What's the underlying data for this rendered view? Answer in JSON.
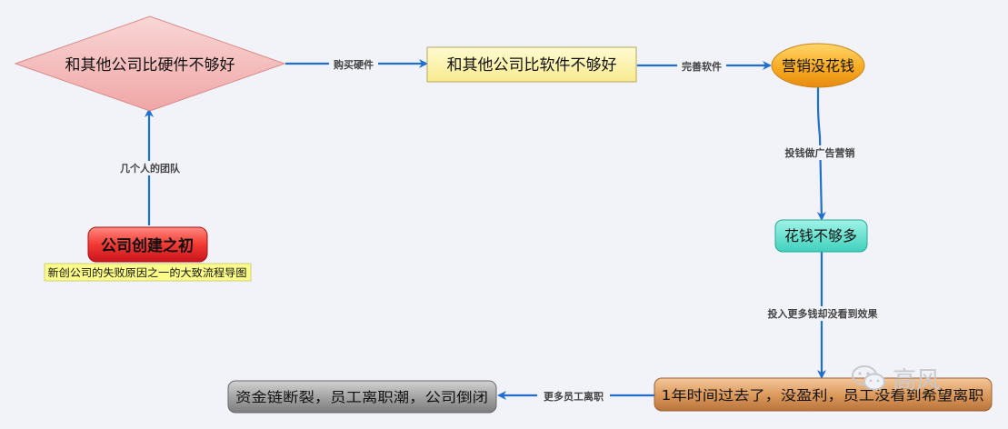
{
  "nodes": {
    "start": {
      "text": "公司创建之初",
      "caption": "新创公司的失败原因之一的大致流程导图"
    },
    "hardware": {
      "text": "和其他公司比硬件不够好"
    },
    "software": {
      "text": "和其他公司比软件不够好"
    },
    "marketing": {
      "text": "营销没花钱"
    },
    "not_enough": {
      "text": "花钱不够多"
    },
    "one_year": {
      "text": "1年时间过去了，没盈利，员工没看到希望离职"
    },
    "end": {
      "text": "资金链断裂，员工离职潮，公司倒闭"
    }
  },
  "edges": {
    "start_to_hardware": "几个人的团队",
    "hardware_to_software": "购买硬件",
    "software_to_marketing": "完善软件",
    "marketing_to_not_enough": "投钱做广告营销",
    "not_enough_to_one_year": "投入更多钱却没看到效果",
    "one_year_to_end": "更多员工离职"
  },
  "watermark": {
    "text": "高风"
  },
  "colors": {
    "edge": "#1f6fcf",
    "start_fill": "#e8202a",
    "hardware_fill": "#f4b6b6",
    "software_fill": "#fdf3a6",
    "marketing_fill": "#f8a828",
    "not_enough_fill": "#5ee0cf",
    "one_year_fill": "#d9945a",
    "end_fill": "#9e9e9e",
    "caption_fill": "#fbfb8a"
  }
}
